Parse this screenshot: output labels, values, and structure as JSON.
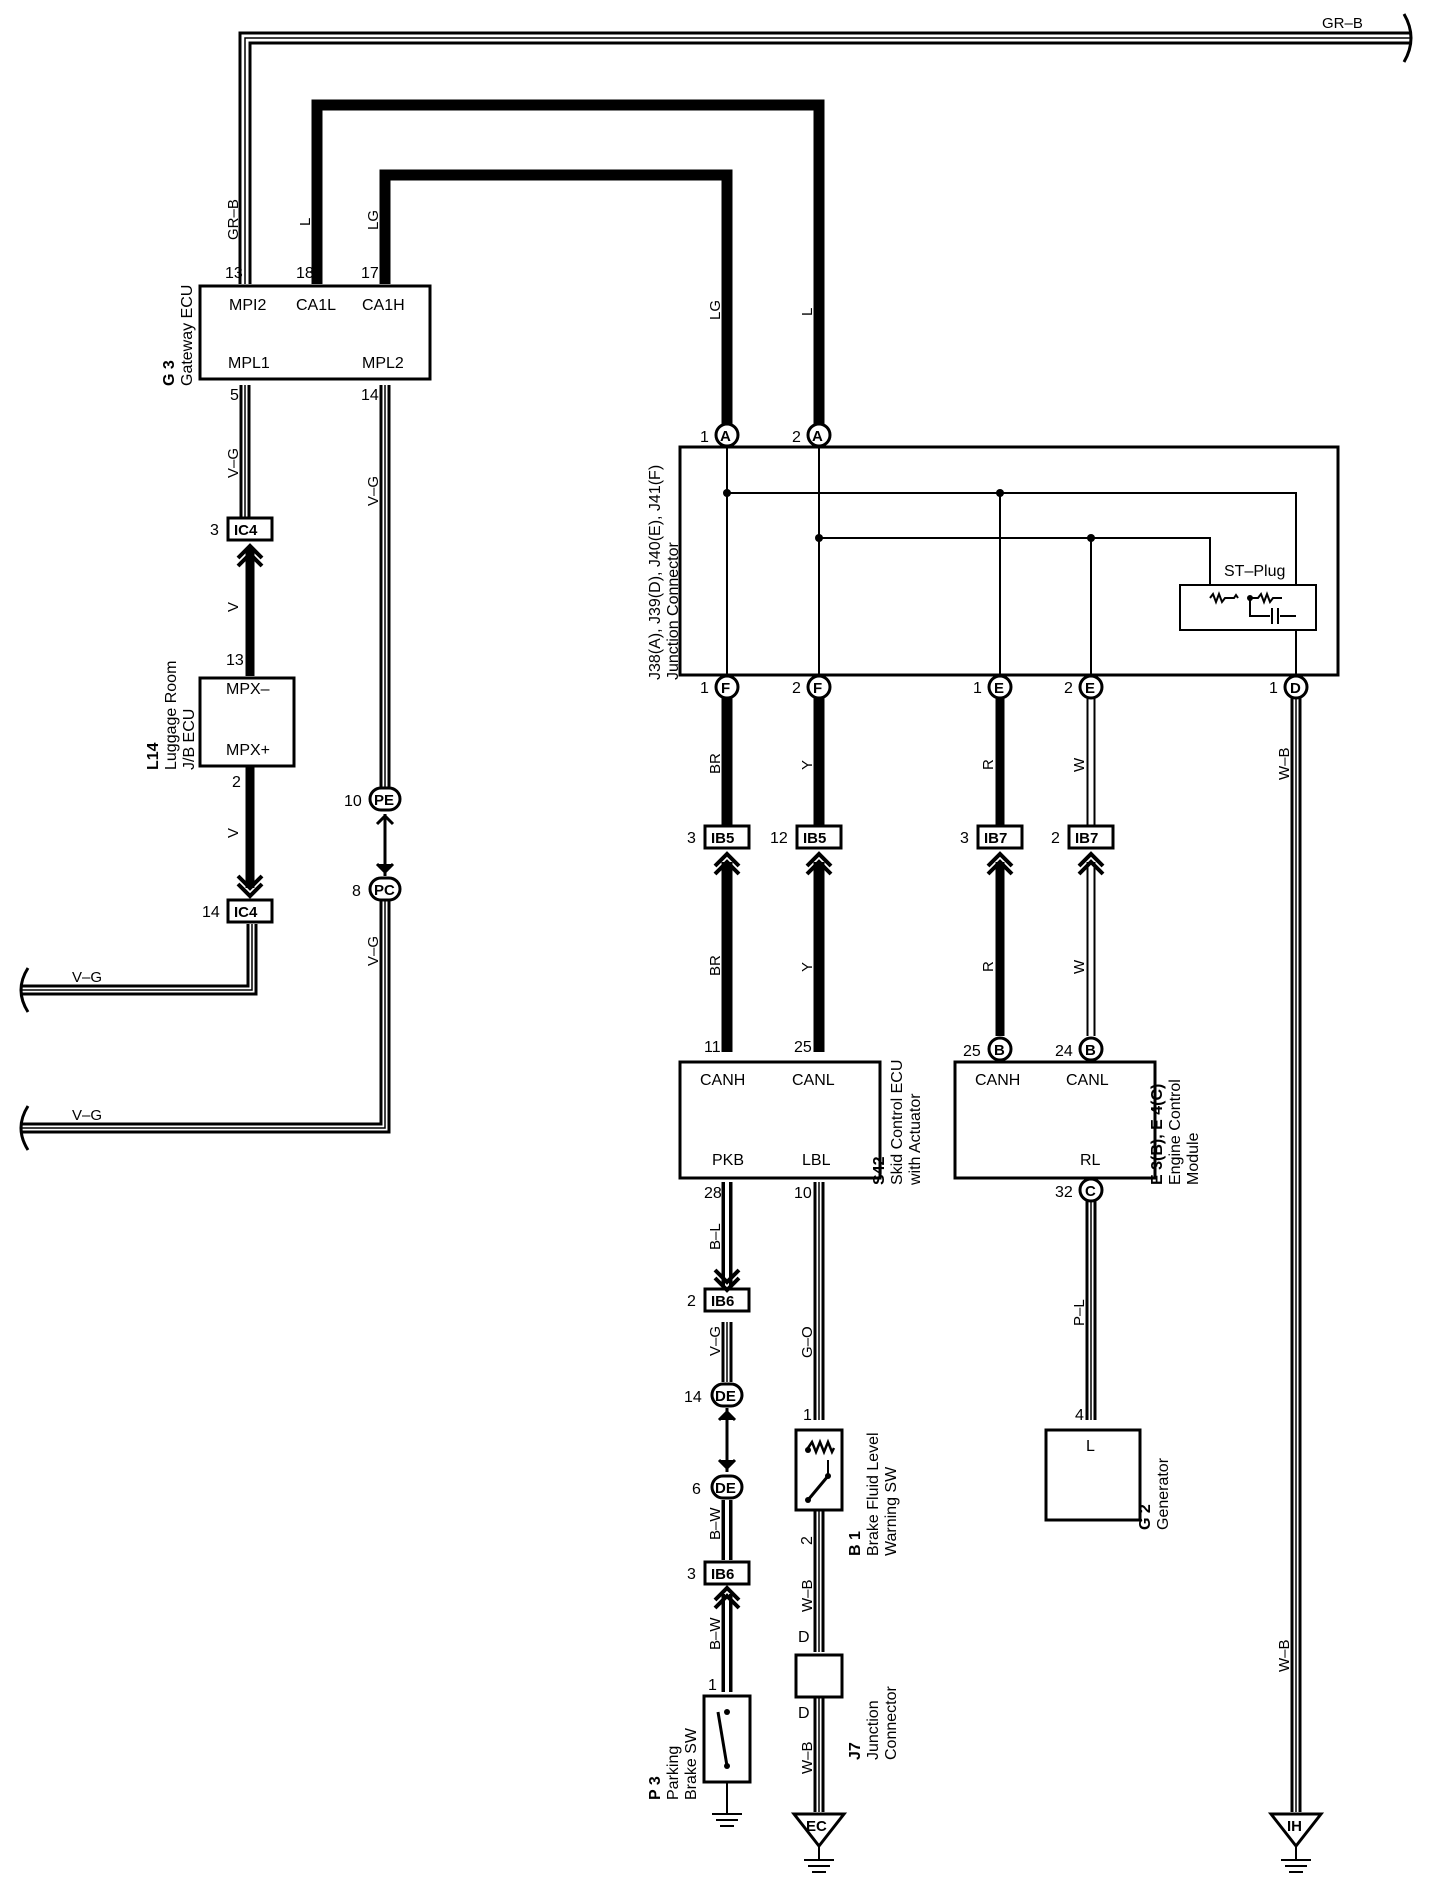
{
  "wires": {
    "top_grb": "GR–B",
    "grb_vertical": "GR–B",
    "l_vertical": "L",
    "lg_vertical": "LG",
    "lg_down": "LG",
    "l_down": "L",
    "vg_g3_down": "V–G",
    "v_ic4_mpx": "V",
    "v_mpx_ic4": "V",
    "vg_left1": "V–G",
    "vg_mpl2_down": "V–G",
    "vg_pc_down": "V–G",
    "vg_left2": "V–G",
    "br_1": "BR",
    "y_1": "Y",
    "r_1": "R",
    "w_1": "W",
    "wb_right_1": "W–B",
    "br_2": "BR",
    "y_2": "Y",
    "r_2": "R",
    "w_2": "W",
    "bl": "B–L",
    "vg_ib6_de": "V–G",
    "bw_1": "B–W",
    "bw_2": "B–W",
    "go": "G–O",
    "wb_b1": "W–B",
    "wb_j7": "W–B",
    "pl": "P–L",
    "wb_right_2": "W–B"
  },
  "components": {
    "g3": {
      "code": "G 3",
      "name": "Gateway ECU",
      "pins": {
        "mpi2": "MPI2",
        "ca1l": "CA1L",
        "ca1h": "CA1H",
        "mpl1": "MPL1",
        "mpl2": "MPL2"
      },
      "pin_numbers": {
        "p13": "13",
        "p18": "18",
        "p17": "17",
        "p5": "5",
        "p14": "14"
      }
    },
    "l14": {
      "code": "L14",
      "name_line1": "Luggage Room",
      "name_line2": "J/B ECU",
      "pins": {
        "mpx_minus": "MPX–",
        "mpx_plus": "MPX+"
      },
      "pin_numbers": {
        "p13": "13",
        "p2": "2"
      }
    },
    "junction": {
      "code": "J38(A), J39(D), J40(E), J41(F)",
      "name": "Junction Connector",
      "st_plug": "ST–Plug",
      "top_pins": [
        {
          "num": "1",
          "conn": "A"
        },
        {
          "num": "2",
          "conn": "A"
        }
      ],
      "bottom_pins": [
        {
          "num": "1",
          "conn": "F"
        },
        {
          "num": "2",
          "conn": "F"
        },
        {
          "num": "1",
          "conn": "E"
        },
        {
          "num": "2",
          "conn": "E"
        },
        {
          "num": "1",
          "conn": "D"
        }
      ]
    },
    "s42": {
      "code": "S42",
      "name_line1": "Skid Control ECU",
      "name_line2": "with Actuator",
      "pins": {
        "canh": "CANH",
        "canl": "CANL",
        "pkb": "PKB",
        "lbl": "LBL"
      },
      "pin_numbers": {
        "p11": "11",
        "p25": "25",
        "p28": "28",
        "p10": "10"
      }
    },
    "e3": {
      "code": "E 3(B), E 4(C)",
      "name_line1": "Engine Control",
      "name_line2": "Module",
      "pins": {
        "canh": "CANH",
        "canl": "CANL",
        "rl": "RL"
      },
      "pin_numbers": {
        "p25": "25",
        "p24": "24",
        "p32": "32"
      },
      "conns": {
        "b1": "B",
        "b2": "B",
        "c": "C"
      }
    },
    "g2": {
      "code": "G 2",
      "name": "Generator",
      "pin": "L",
      "pin_number": "4"
    },
    "b1": {
      "code": "B 1",
      "name_line1": "Brake Fluid Level",
      "name_line2": "Warning SW",
      "pin_numbers": {
        "p1": "1",
        "p2": "2"
      }
    },
    "j7": {
      "code": "J7",
      "name_line1": "Junction",
      "name_line2": "Connector",
      "pin_top": "D",
      "pin_bottom": "D"
    },
    "p3": {
      "code": "P 3",
      "name_line1": "Parking",
      "name_line2": "Brake SW",
      "pin_number": "1"
    }
  },
  "connectors": {
    "ic4_top": {
      "name": "IC4",
      "pin": "3"
    },
    "ic4_bottom": {
      "name": "IC4",
      "pin": "14"
    },
    "pe": {
      "name": "PE",
      "pin": "10"
    },
    "pc": {
      "name": "PC",
      "pin": "8"
    },
    "ib5_1": {
      "name": "IB5",
      "pin": "3"
    },
    "ib5_2": {
      "name": "IB5",
      "pin": "12"
    },
    "ib7_1": {
      "name": "IB7",
      "pin": "3"
    },
    "ib7_2": {
      "name": "IB7",
      "pin": "2"
    },
    "ib6_1": {
      "name": "IB6",
      "pin": "2"
    },
    "de_1": {
      "name": "DE",
      "pin": "14"
    },
    "de_2": {
      "name": "DE",
      "pin": "6"
    },
    "ib6_2": {
      "name": "IB6",
      "pin": "3"
    }
  },
  "grounds": {
    "ec": "EC",
    "ih": "IH"
  }
}
